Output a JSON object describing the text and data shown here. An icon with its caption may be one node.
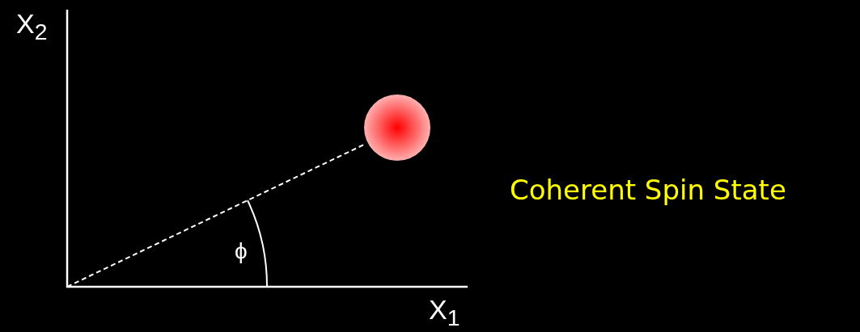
{
  "diagram": {
    "labels": [
      "X$_{2}$",
      "ϕ",
      "X$_{1}$",
      "Coherent Spin State"
    ]
  }
}
